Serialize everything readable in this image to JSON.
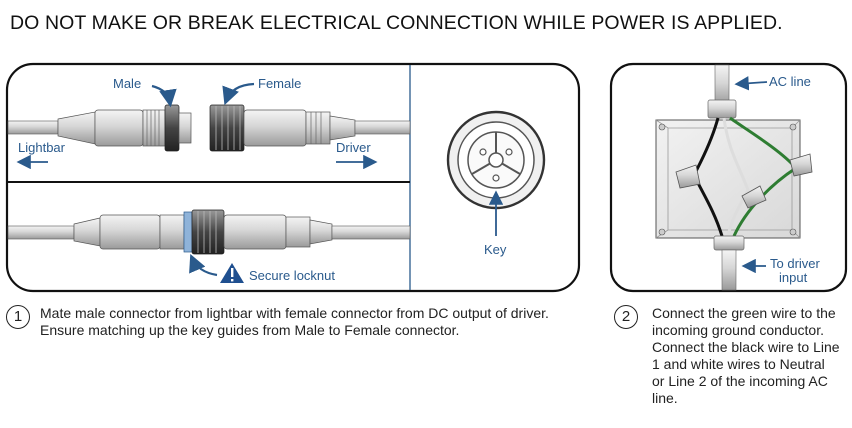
{
  "warning": "DO NOT MAKE OR BREAK ELECTRICAL CONNECTION WHILE POWER IS APPLIED.",
  "connector_panel": {
    "male_label": "Male",
    "female_label": "Female",
    "lightbar_label": "Lightbar",
    "driver_label": "Driver",
    "secure_label": "Secure locknut",
    "key_label": "Key"
  },
  "junction_panel": {
    "ac_line_label": "AC line",
    "to_driver_line1": "To driver",
    "to_driver_line2": "input"
  },
  "step1": {
    "number": "1",
    "text": "Mate male connector from lightbar with female connector from DC output of driver. Ensure matching up the key guides from Male to Female connector."
  },
  "step2": {
    "number": "2",
    "lines": [
      "Connect the green wire to the",
      "incoming ground conductor.",
      "Connect the black wire to Line",
      "1 and white wires to Neutral",
      "or Line 2 of the incoming AC",
      "line."
    ]
  },
  "colors": {
    "accent": "#2a5a8c",
    "warning_icon": "#1f4f8f",
    "green_wire": "#2e7d32",
    "black_wire": "#111111"
  }
}
